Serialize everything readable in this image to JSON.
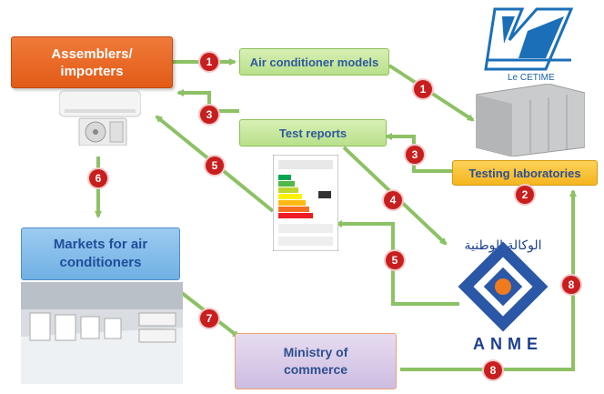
{
  "nodes": {
    "assemblers": "Assemblers/\nimporters",
    "ac_models": "Air conditioner models",
    "test_reports": "Test reports",
    "testing_labs": "Testing laboratories",
    "markets": "Markets for air\nconditioners",
    "ministry": "Ministry of\ncommerce"
  },
  "badges": [
    "1",
    "1",
    "3",
    "3",
    "5",
    "6",
    "4",
    "2",
    "5",
    "8",
    "7",
    "8"
  ],
  "logos": {
    "cetime": "Le CETIME",
    "anme": "ANME"
  },
  "colors": {
    "arrow": "#8dc165",
    "badge": "#c81e1e"
  }
}
